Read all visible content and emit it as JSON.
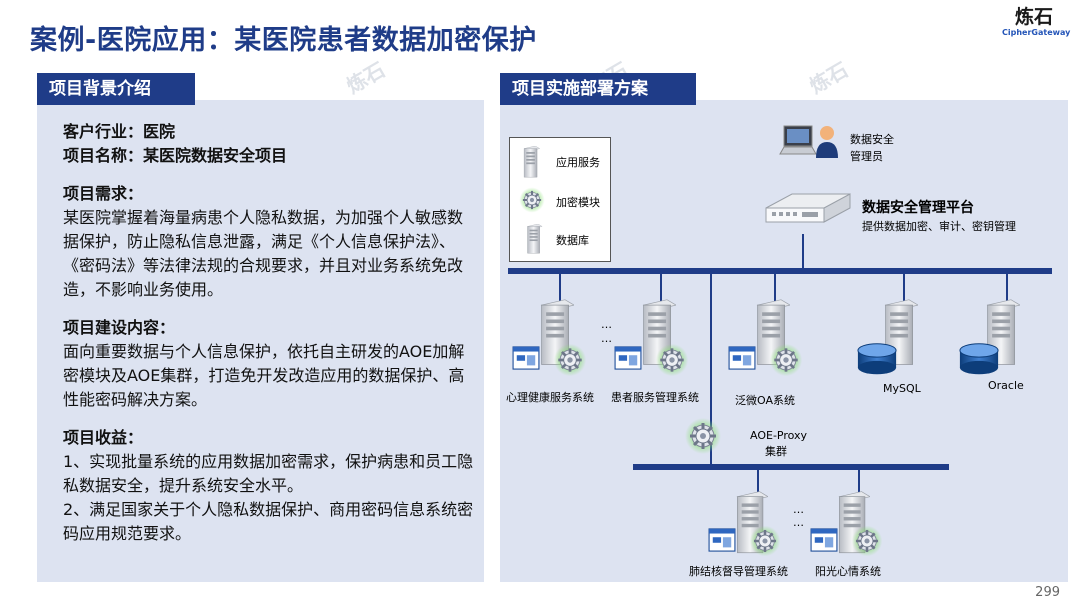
{
  "title": "案例-医院应用：某医院患者数据加密保护",
  "logo": {
    "cn": "炼石",
    "en": "CipherGateway"
  },
  "watermark": "炼石",
  "left_panel": {
    "header": "项目背景介绍",
    "industry": "客户行业：医院",
    "project_name": "项目名称：某医院数据安全项目",
    "needs_title": "项目需求：",
    "needs_text": "某医院掌握着海量病患个人隐私数据，为加强个人敏感数据保护，防止隐私信息泄露，满足《个人信息保护法》、《密码法》等法律法规的合规要求，并且对业务系统免改造，不影响业务使用。",
    "build_title": "项目建设内容：",
    "build_text": "面向重要数据与个人信息保护，依托自主研发的AOE加解密模块及AOE集群，打造免开发改造应用的数据保护、高性能密码解决方案。",
    "benefit_title": "项目收益：",
    "benefit_1": "1、实现批量系统的应用数据加密需求，保护病患和员工隐私数据安全，提升系统安全水平。",
    "benefit_2": "2、满足国家关于个人隐私数据保护、商用密码信息系统密码应用规范要求。"
  },
  "right_panel": {
    "header": "项目实施部署方案",
    "legend": {
      "app_service": "应用服务",
      "crypto_module": "加密模块",
      "database": "数据库"
    },
    "admin_label_1": "数据安全",
    "admin_label_2": "管理员",
    "platform_title": "数据安全管理平台",
    "platform_desc": "提供数据加密、审计、密钥管理",
    "systems": {
      "psych": "心理健康服务系统",
      "patient": "患者服务管理系统",
      "oa": "泛微OA系统",
      "mysql": "MySQL",
      "oracle": "Oracle",
      "lung": "肺结核督导管理系统",
      "sunshine": "阳光心情系统"
    },
    "proxy_label_1": "AOE-Proxy",
    "proxy_label_2": "集群",
    "ellipsis": "…"
  },
  "page_number": "299",
  "colors": {
    "brand": "#1f3c88",
    "panel": "#dde3f1",
    "glow": "#8ee07a"
  }
}
